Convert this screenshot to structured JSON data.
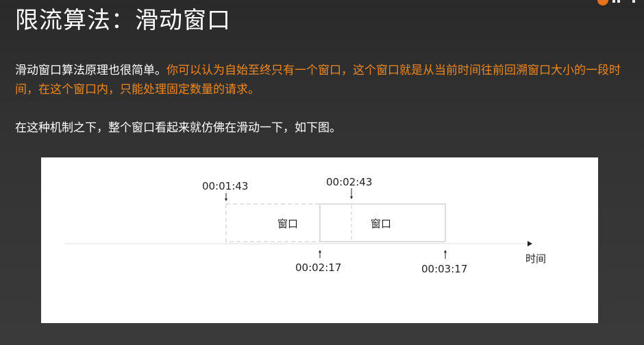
{
  "page": {
    "title": "限流算法：滑动窗口",
    "para1_plain": "滑动窗口算法原理也很简单。",
    "para1_highlight": "你可以认为自始至终只有一个窗口，这个窗口就是从当前时间往前回溯窗口大小的一段时间，在这个窗口内，只能处理固定数量的请求。",
    "para2": "在这种机制之下，整个窗口看起来就仿佛在滑动一下，如下图。"
  },
  "colors": {
    "highlight": "#f0871e",
    "logo": "#e8731a"
  },
  "diagram": {
    "window1": {
      "start_label": "00:01:43",
      "end_label": "00:02:17",
      "text": "窗口"
    },
    "window2": {
      "start_label": "00:02:43",
      "end_label": "00:03:17",
      "text": "窗口"
    },
    "axis_label": "时间"
  }
}
